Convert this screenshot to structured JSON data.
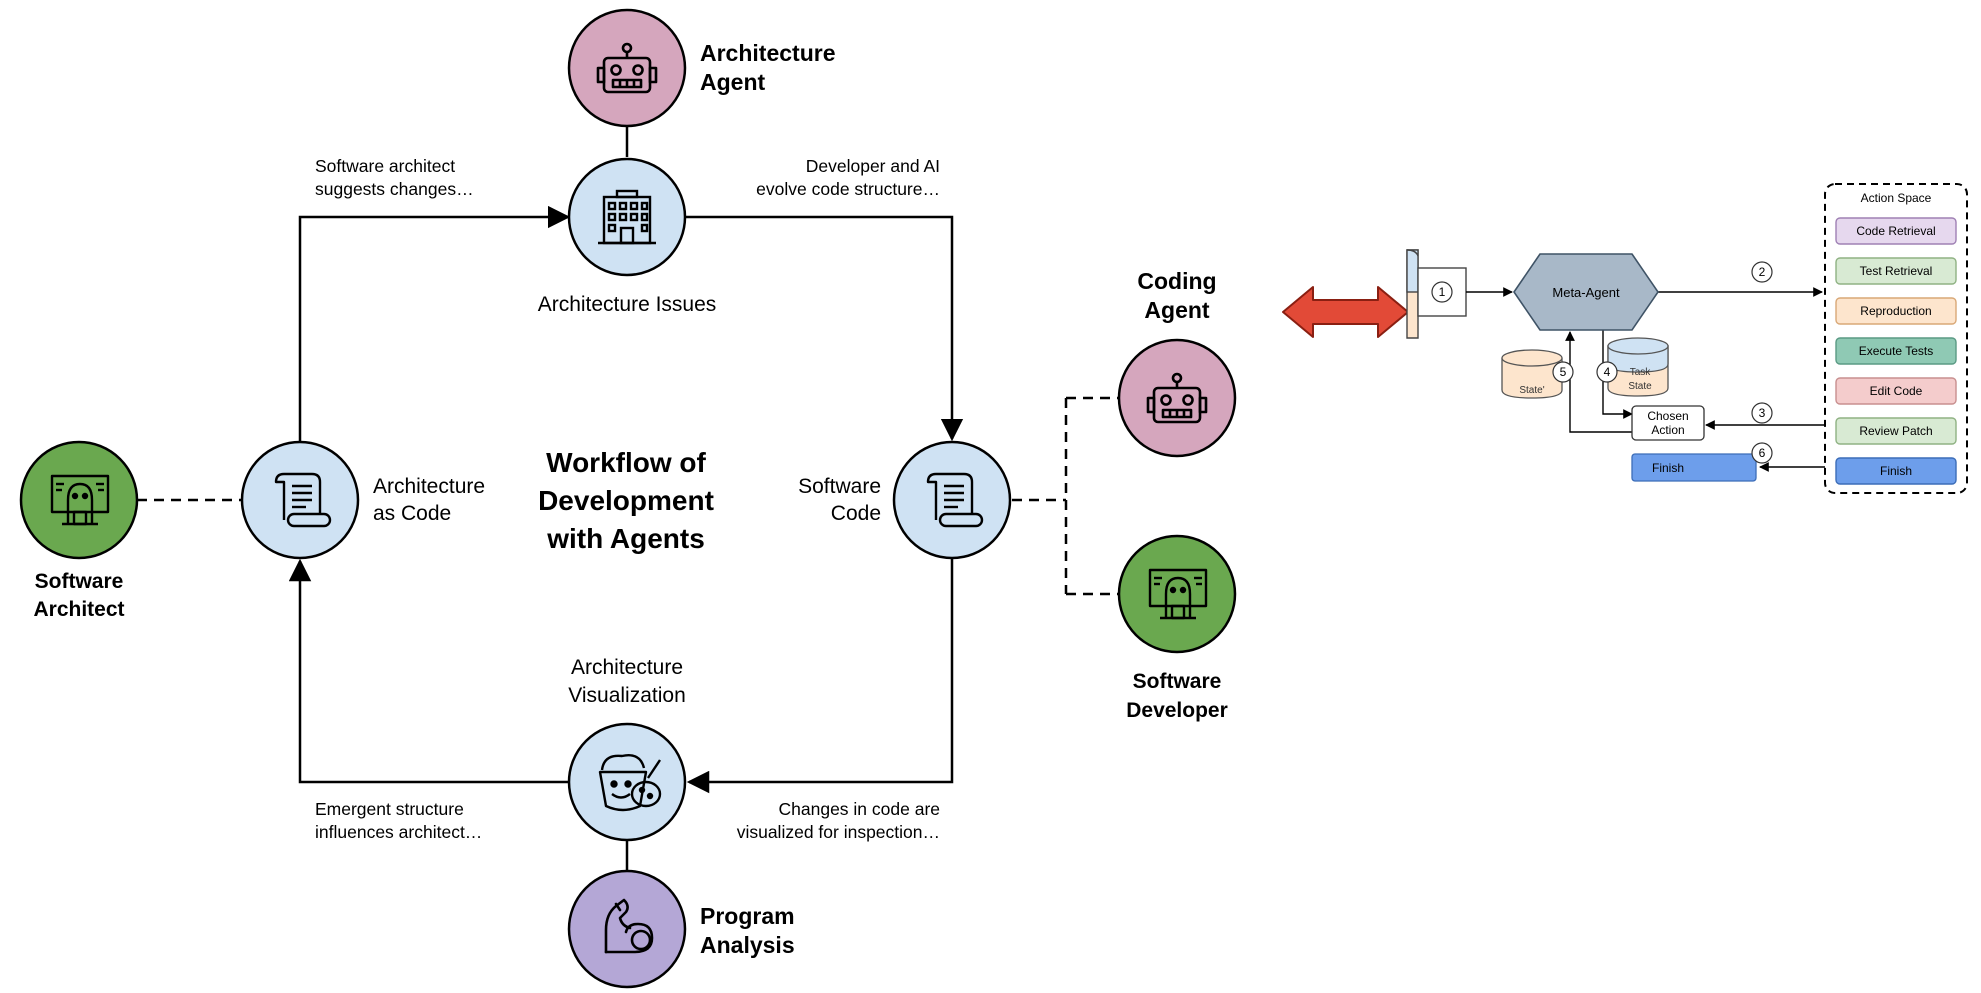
{
  "nodes": {
    "architecture_agent": {
      "label_1": "Architecture",
      "label_2": "Agent"
    },
    "architecture_issues": {
      "label": "Architecture Issues"
    },
    "architecture_as_code": {
      "label_1": "Architecture",
      "label_2": "as Code"
    },
    "software_code": {
      "label_1": "Software",
      "label_2": "Code"
    },
    "architecture_visualization": {
      "label_1": "Architecture",
      "label_2": "Visualization"
    },
    "program_analysis": {
      "label_1": "Program",
      "label_2": "Analysis"
    },
    "software_architect": {
      "label_1": "Software",
      "label_2": "Architect"
    },
    "coding_agent": {
      "label_1": "Coding",
      "label_2": "Agent"
    },
    "software_developer": {
      "label_1": "Software",
      "label_2": "Developer"
    }
  },
  "title": {
    "line_1": "Workflow of",
    "line_2": "Development",
    "line_3": "with Agents"
  },
  "edge_labels": {
    "top_left": {
      "line_1": "Software architect",
      "line_2": "suggests changes…"
    },
    "top_right": {
      "line_1": "Developer and AI",
      "line_2": "evolve code structure…"
    },
    "bottom_left": {
      "line_1": "Emergent structure",
      "line_2": "influences architect…"
    },
    "bottom_right": {
      "line_1": "Changes in code are",
      "line_2": "visualized for inspection…"
    }
  },
  "meta_agent": {
    "label": "Meta-Agent",
    "state_label": "State'",
    "task_state": {
      "line_1": "Task",
      "line_2": "State"
    },
    "chosen_action": {
      "line_1": "Chosen",
      "line_2": "Action"
    },
    "finish_label": "Finish",
    "steps": [
      "1",
      "2",
      "3",
      "4",
      "5",
      "6"
    ]
  },
  "action_space": {
    "title": "Action Space",
    "actions": [
      {
        "label": "Code Retrieval",
        "fill": "#e6d8ee",
        "stroke": "#9f80b4"
      },
      {
        "label": "Test Retrieval",
        "fill": "#d8ead3",
        "stroke": "#8fb283"
      },
      {
        "label": "Reproduction",
        "fill": "#fde5cd",
        "stroke": "#d9a877"
      },
      {
        "label": "Execute Tests",
        "fill": "#8fc9b4",
        "stroke": "#5a9a84"
      },
      {
        "label": "Edit Code",
        "fill": "#f4cccc",
        "stroke": "#c88f8f"
      },
      {
        "label": "Review Patch",
        "fill": "#d8ead3",
        "stroke": "#8fb283"
      },
      {
        "label": "Finish",
        "fill": "#6d9eeb",
        "stroke": "#3c6db8"
      }
    ]
  },
  "colors": {
    "agent_pink": "#d5a6bd",
    "issue_blue": "#cfe2f3",
    "human_green": "#6aa84f",
    "analysis_purple": "#b4a7d6",
    "double_arrow_red": "#e24a37",
    "hexagon_gray": "#a8b8c8"
  }
}
